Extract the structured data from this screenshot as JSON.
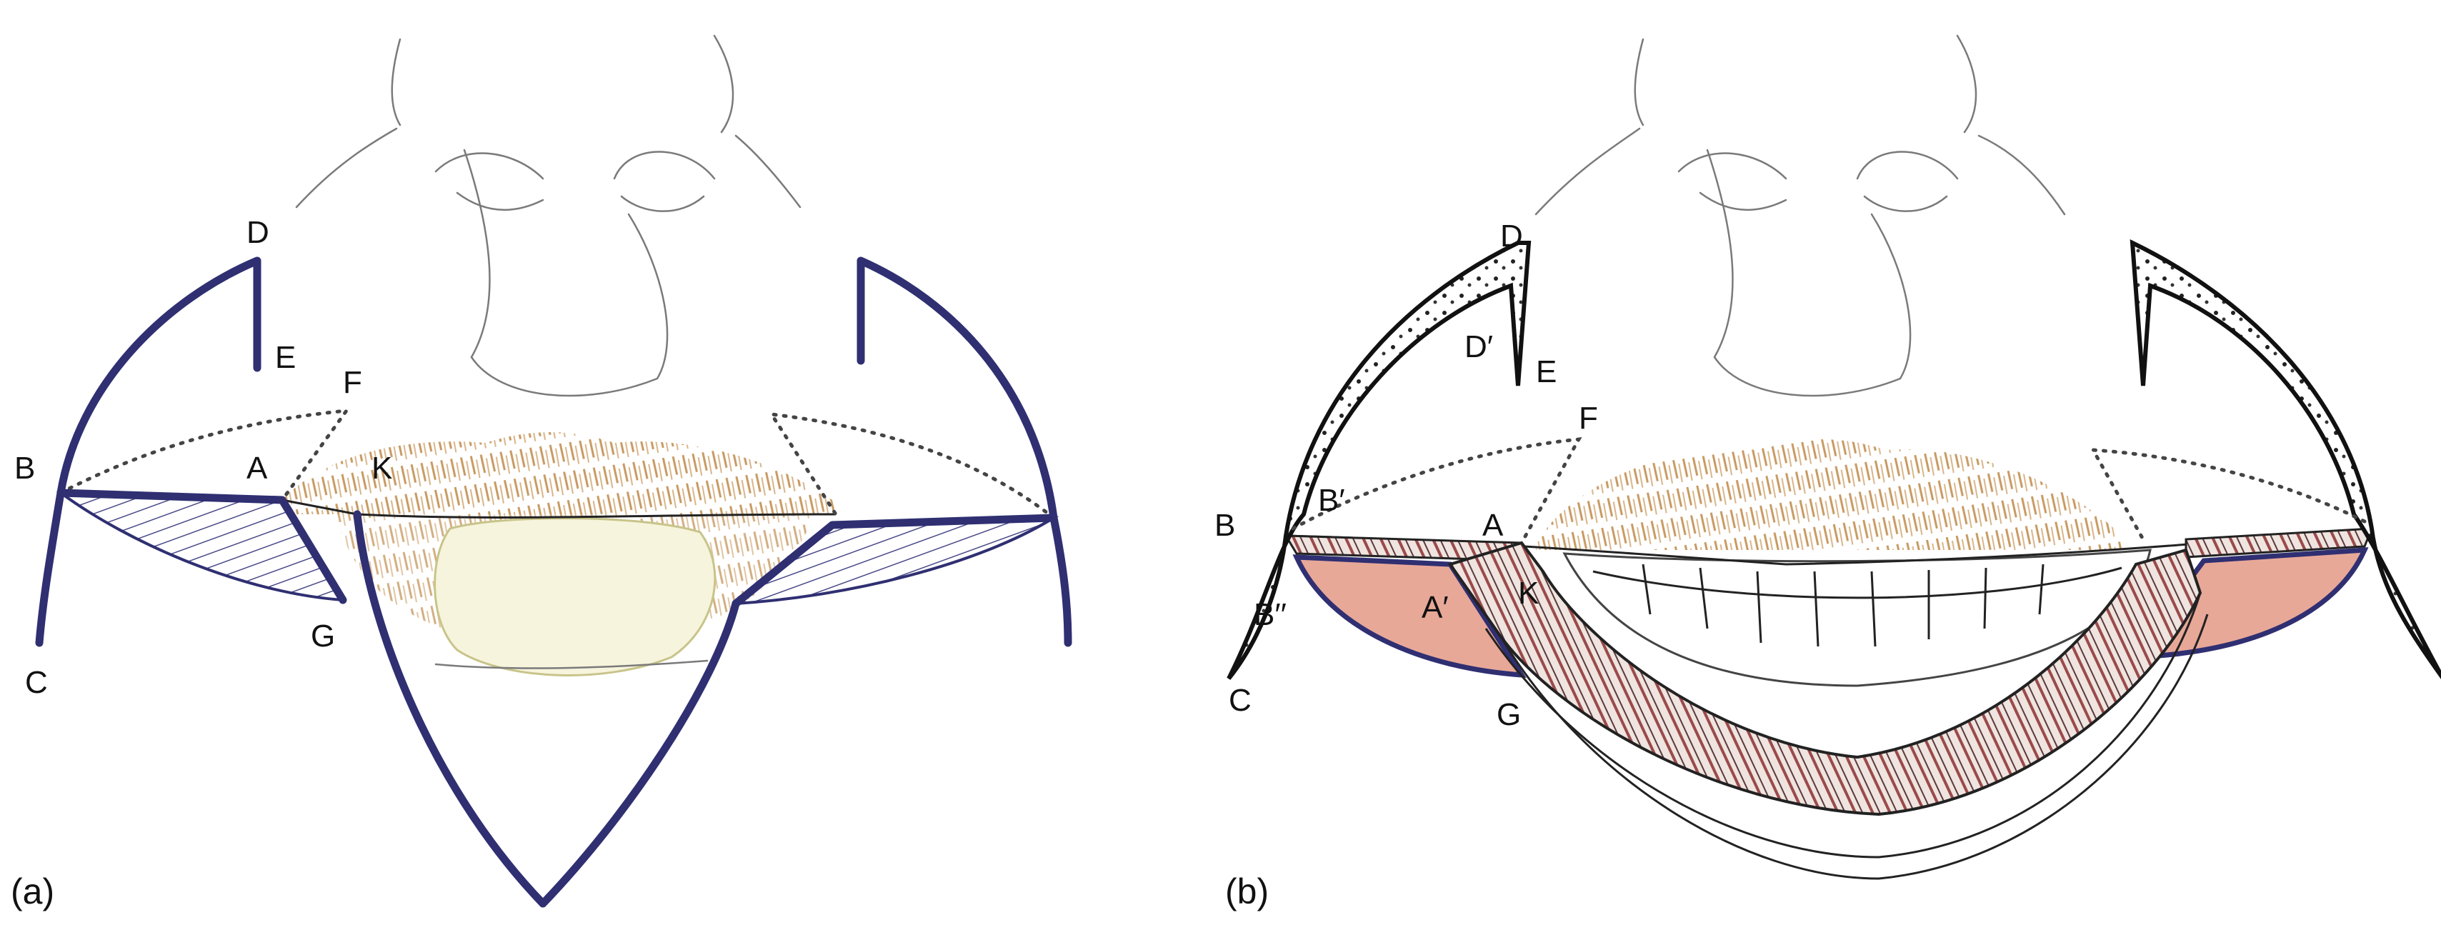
{
  "panel_a": {
    "caption": "(a)",
    "labels": {
      "D": "D",
      "E": "E",
      "F": "F",
      "B": "B",
      "A": "A",
      "K": "K",
      "C": "C",
      "G": "G"
    }
  },
  "panel_b": {
    "caption": "(b)",
    "labels": {
      "D": "D",
      "D_prime": "D′",
      "E": "E",
      "F": "F",
      "B": "B",
      "B_prime": "B′",
      "A": "A",
      "K": "K",
      "B_double_prime": "B′′",
      "A_prime": "A′",
      "C": "C",
      "G": "G"
    }
  },
  "colors": {
    "incision_lines": "#2f2f72",
    "hatch": "#4a4a8a",
    "lip_hair": "#c89a62",
    "mucosa": "#e8a898",
    "muscle": "#9a4a4a"
  }
}
